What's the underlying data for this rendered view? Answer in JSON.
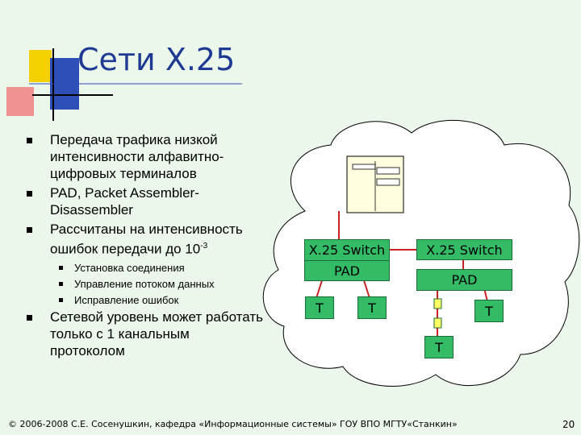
{
  "slide": {
    "title": "Сети X.25",
    "bullets": [
      "Передача трафика низкой интенсивности алфавитно-цифровых терминалов",
      "PAD, Packet Assembler-Disassembler",
      "Рассчитаны на интенсивность ошибок передачи до 10",
      "Сетевой уровень может работать только с 1 канальным протоколом"
    ],
    "error_exponent": "-3",
    "sub_bullets": [
      "Установка соединения",
      "Управление потоком данных",
      "Исправление ошибок"
    ]
  },
  "diagram": {
    "switch_left": "X.25 Switch",
    "switch_right": "X.25 Switch",
    "pad_left": "PAD",
    "pad_right": "PAD",
    "terminal_1": "T",
    "terminal_2": "T",
    "terminal_3": "T",
    "terminal_4": "T"
  },
  "footer": {
    "text": "© 2006-2008 С.Е. Сосенушкин, кафедра «Информационные системы» ГОУ ВПО МГТУ«Станкин»",
    "page": "20"
  },
  "colors": {
    "background": "#EAF7EA",
    "title": "#1F3A93",
    "device_green": "#33BB66",
    "link_red": "#CC2222"
  }
}
